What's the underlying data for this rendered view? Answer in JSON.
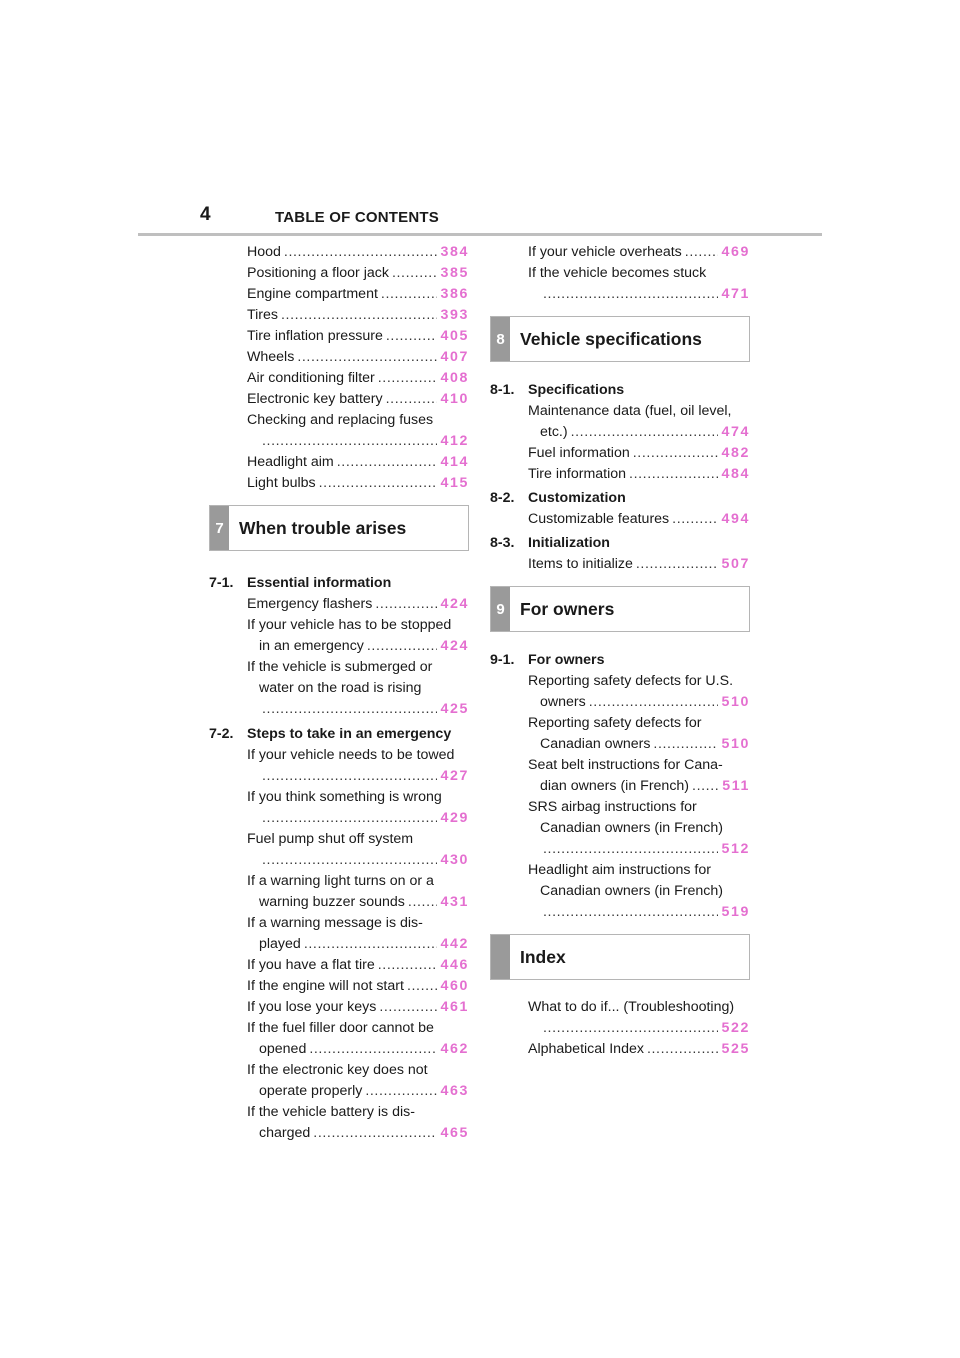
{
  "header": {
    "page_number": "4",
    "title": "TABLE OF CONTENTS"
  },
  "left_column": {
    "top_entries": [
      {
        "lines": [
          "Hood"
        ],
        "page": "384"
      },
      {
        "lines": [
          "Positioning a floor jack"
        ],
        "page": "385"
      },
      {
        "lines": [
          "Engine compartment"
        ],
        "page": "386"
      },
      {
        "lines": [
          "Tires"
        ],
        "page": "393"
      },
      {
        "lines": [
          "Tire inflation pressure"
        ],
        "page": "405"
      },
      {
        "lines": [
          "Wheels"
        ],
        "page": "407"
      },
      {
        "lines": [
          "Air conditioning filter"
        ],
        "page": "408"
      },
      {
        "lines": [
          "Electronic key battery"
        ],
        "page": "410"
      },
      {
        "lines": [
          "Checking and replacing fuses",
          ""
        ],
        "page": "412"
      },
      {
        "lines": [
          "Headlight aim"
        ],
        "page": "414"
      },
      {
        "lines": [
          "Light bulbs"
        ],
        "page": "415"
      }
    ],
    "chapter7": {
      "number": "7",
      "title": "When trouble arises"
    },
    "section_7_1": {
      "num": "7-1.",
      "title": "Essential information"
    },
    "entries_7_1": [
      {
        "lines": [
          "Emergency flashers"
        ],
        "page": "424"
      },
      {
        "lines": [
          "If your vehicle has to be stopped",
          "in an emergency"
        ],
        "page": "424"
      },
      {
        "lines": [
          "If the vehicle is submerged or",
          "water on the road is rising",
          ""
        ],
        "page": "425"
      }
    ],
    "section_7_2": {
      "num": "7-2.",
      "title": "Steps to take in an emergency"
    },
    "entries_7_2": [
      {
        "lines": [
          "If your vehicle needs to be towed",
          ""
        ],
        "page": "427"
      },
      {
        "lines": [
          "If you think something is wrong",
          ""
        ],
        "page": "429"
      },
      {
        "lines": [
          "Fuel pump shut off system",
          ""
        ],
        "page": "430"
      },
      {
        "lines": [
          "If a warning light turns on or a",
          "warning buzzer sounds"
        ],
        "page": "431"
      },
      {
        "lines": [
          "If a warning message is dis-",
          "played"
        ],
        "page": "442"
      },
      {
        "lines": [
          "If you have a flat tire"
        ],
        "page": "446"
      },
      {
        "lines": [
          "If the engine will not start"
        ],
        "page": "460"
      },
      {
        "lines": [
          "If you lose your keys"
        ],
        "page": "461"
      },
      {
        "lines": [
          "If the fuel filler door cannot be",
          "opened"
        ],
        "page": "462"
      },
      {
        "lines": [
          "If the electronic key does not",
          "operate properly"
        ],
        "page": "463"
      },
      {
        "lines": [
          "If the vehicle battery is dis-",
          "charged"
        ],
        "page": "465"
      }
    ]
  },
  "right_column": {
    "top_entries": [
      {
        "lines": [
          "If your vehicle overheats"
        ],
        "page": "469"
      },
      {
        "lines": [
          "If the vehicle becomes stuck",
          ""
        ],
        "page": "471"
      }
    ],
    "chapter8": {
      "number": "8",
      "title": "Vehicle specifications"
    },
    "section_8_1": {
      "num": "8-1.",
      "title": "Specifications"
    },
    "entries_8_1": [
      {
        "lines": [
          "Maintenance data (fuel, oil level,",
          "etc.)"
        ],
        "page": "474"
      },
      {
        "lines": [
          "Fuel information"
        ],
        "page": "482"
      },
      {
        "lines": [
          "Tire information"
        ],
        "page": "484"
      }
    ],
    "section_8_2": {
      "num": "8-2.",
      "title": "Customization"
    },
    "entries_8_2": [
      {
        "lines": [
          "Customizable features"
        ],
        "page": "494"
      }
    ],
    "section_8_3": {
      "num": "8-3.",
      "title": "Initialization"
    },
    "entries_8_3": [
      {
        "lines": [
          "Items to initialize"
        ],
        "page": "507"
      }
    ],
    "chapter9": {
      "number": "9",
      "title": "For owners"
    },
    "section_9_1": {
      "num": "9-1.",
      "title": "For owners"
    },
    "entries_9_1": [
      {
        "lines": [
          "Reporting safety defects for U.S.",
          "owners"
        ],
        "page": "510"
      },
      {
        "lines": [
          "Reporting safety defects for",
          "Canadian owners"
        ],
        "page": "510"
      },
      {
        "lines": [
          "Seat belt instructions for Cana-",
          "dian owners (in French)"
        ],
        "page": "511"
      },
      {
        "lines": [
          "SRS airbag instructions for",
          "Canadian owners (in French)",
          ""
        ],
        "page": "512"
      },
      {
        "lines": [
          "Headlight aim instructions for",
          "Canadian owners (in French)",
          ""
        ],
        "page": "519"
      }
    ],
    "index": {
      "number": "",
      "title": "Index"
    },
    "index_entries": [
      {
        "lines": [
          "What to do if... (Troubleshooting)",
          ""
        ],
        "page": "522"
      },
      {
        "lines": [
          "Alphabetical Index"
        ],
        "page": "525"
      }
    ]
  }
}
